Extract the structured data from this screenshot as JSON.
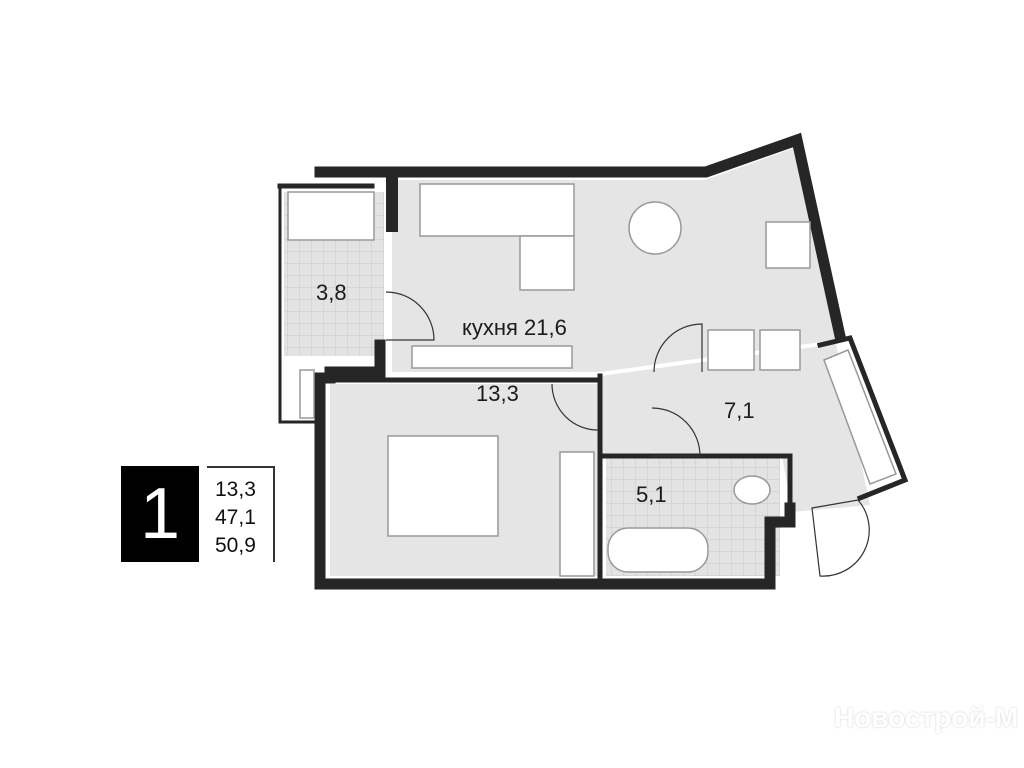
{
  "plan": {
    "rooms": [
      {
        "name": "balcony",
        "label": "3,8"
      },
      {
        "name": "kitchen-living",
        "label": "кухня 21,6"
      },
      {
        "name": "bedroom",
        "label": "13,3"
      },
      {
        "name": "hall",
        "label": "7,1"
      },
      {
        "name": "bathroom",
        "label": "5,1"
      }
    ]
  },
  "badge": {
    "rooms": "1"
  },
  "stats": {
    "living_area": "13,3",
    "total_area": "47,1",
    "full_area": "50,9"
  },
  "watermark": "Новострой-М",
  "colors": {
    "wall": "#262626",
    "floor": "#e5e5e5",
    "tile": "#d6d6d6"
  }
}
